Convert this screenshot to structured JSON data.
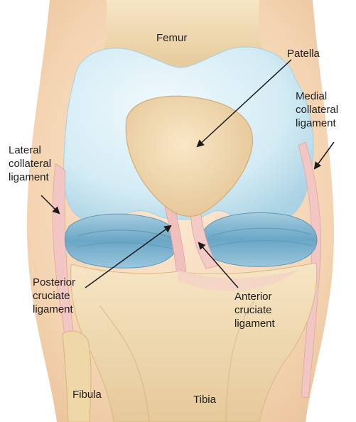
{
  "labels": {
    "femur": "Femur",
    "patella": "Patella",
    "medial_collateral_ligament": "Medial\ncollateral\nligament",
    "lateral_collateral_ligament": "Lateral\ncollateral\nligament",
    "posterior_cruciate_ligament": "Posterior\ncruciate\nligament",
    "anterior_cruciate_ligament": "Anterior\ncruciate\nligament",
    "fibula": "Fibula",
    "tibia": "Tibia"
  },
  "colors": {
    "skin": "#f5d9b8",
    "bone": "#efd9ac",
    "cartilage": "#d4ecf4",
    "meniscus": "#7fb4cf",
    "ligament": "#f2c2c0",
    "arrow": "#1a1a1a"
  }
}
